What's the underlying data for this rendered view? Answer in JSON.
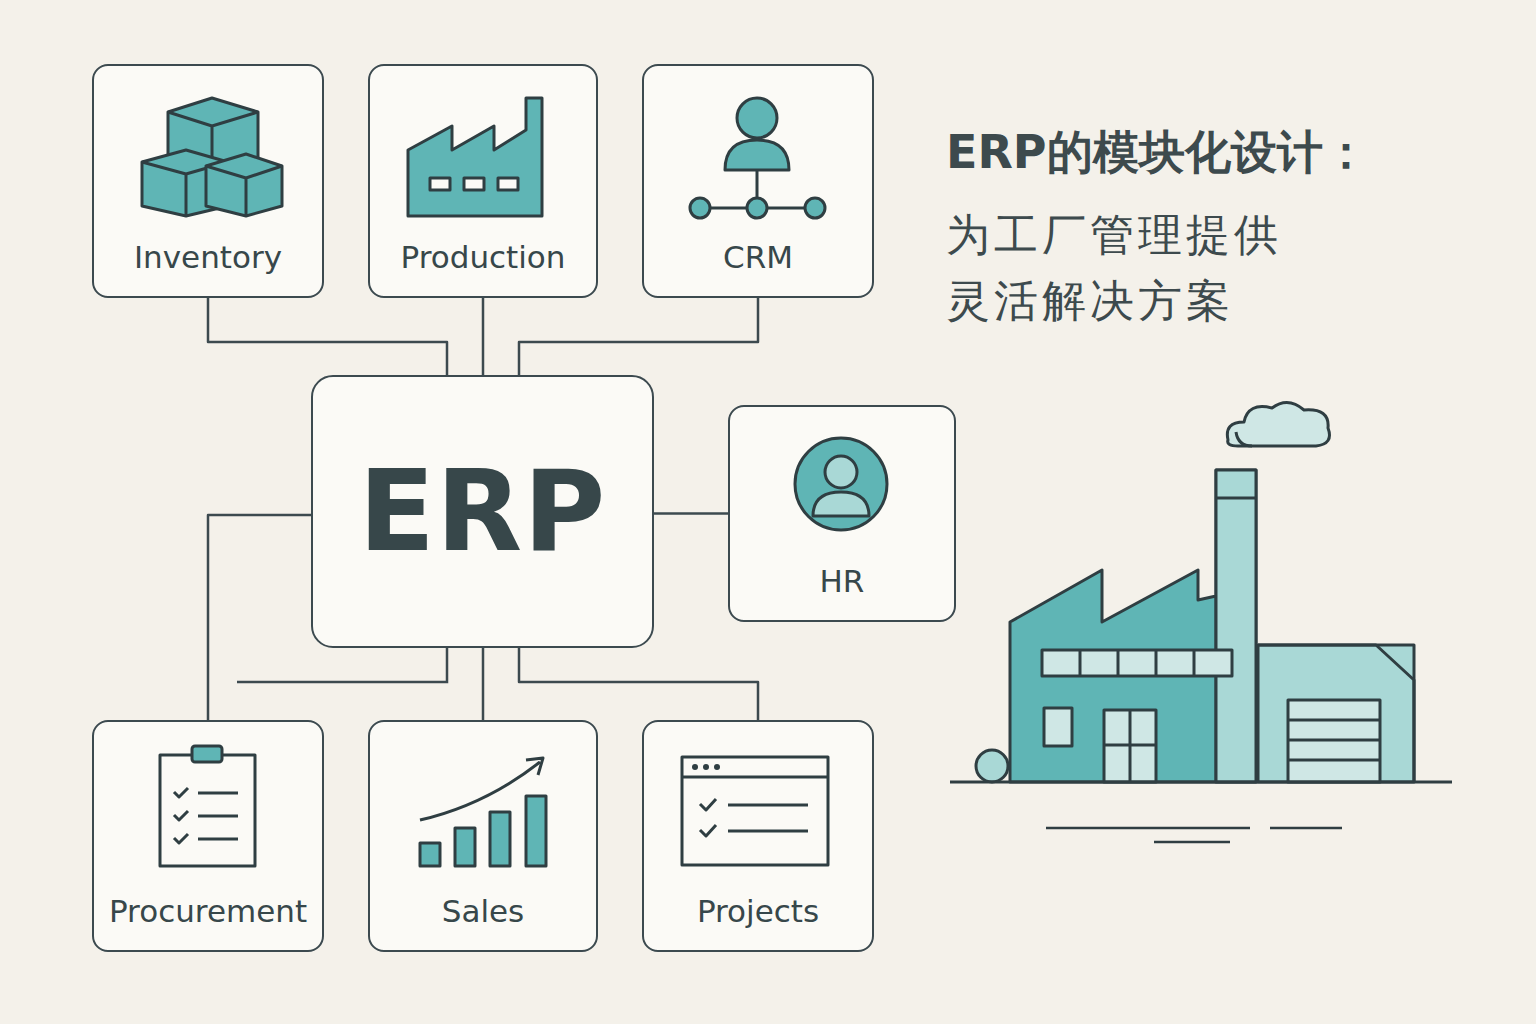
{
  "diagram": {
    "title": "ERP的模块化设计：",
    "caption": "为工厂管理提供 灵活解决方案",
    "nodes": [
      {
        "text": [
          "Inventory"
        ]
      },
      {
        "text": [
          "Production"
        ]
      },
      {
        "text": [
          "CRM"
        ]
      },
      {
        "text": [
          "ERP"
        ]
      },
      {
        "text": [
          "HR"
        ]
      },
      {
        "text": [
          "Procurement"
        ]
      },
      {
        "text": [
          "Sales"
        ]
      },
      {
        "text": [
          "Projects"
        ]
      }
    ],
    "edges": [
      {
        "from": 3,
        "to": 0,
        "arrow": "none"
      },
      {
        "from": 3,
        "to": 1,
        "arrow": "none"
      },
      {
        "from": 3,
        "to": 2,
        "arrow": "none"
      },
      {
        "from": 3,
        "to": 4,
        "arrow": "none"
      },
      {
        "from": 3,
        "to": 5,
        "arrow": "none"
      },
      {
        "from": 3,
        "to": 6,
        "arrow": "none"
      },
      {
        "from": 3,
        "to": 7,
        "arrow": "none"
      }
    ]
  }
}
